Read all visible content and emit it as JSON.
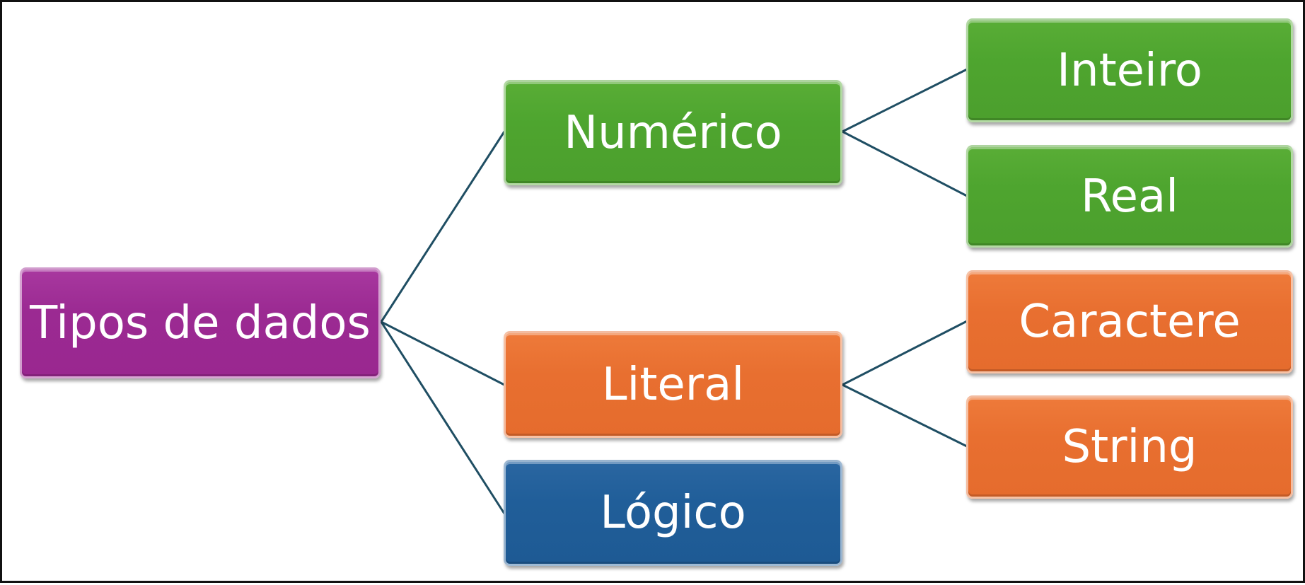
{
  "diagram": {
    "root": {
      "label": "Tipos de dados",
      "color": "#9b2a92"
    },
    "level1": [
      {
        "id": "numerico",
        "label": "Numérico",
        "color": "#4ea52f"
      },
      {
        "id": "literal",
        "label": "Literal",
        "color": "#e86f30"
      },
      {
        "id": "logico",
        "label": "Lógico",
        "color": "#205e99"
      }
    ],
    "level2": [
      {
        "id": "inteiro",
        "parent": "numerico",
        "label": "Inteiro",
        "color": "#4ea52f"
      },
      {
        "id": "real",
        "parent": "numerico",
        "label": "Real",
        "color": "#4ea52f"
      },
      {
        "id": "caractere",
        "parent": "literal",
        "label": "Caractere",
        "color": "#e86f30"
      },
      {
        "id": "string",
        "parent": "literal",
        "label": "String",
        "color": "#e86f30"
      }
    ],
    "connector_color": "#1f4e63"
  }
}
